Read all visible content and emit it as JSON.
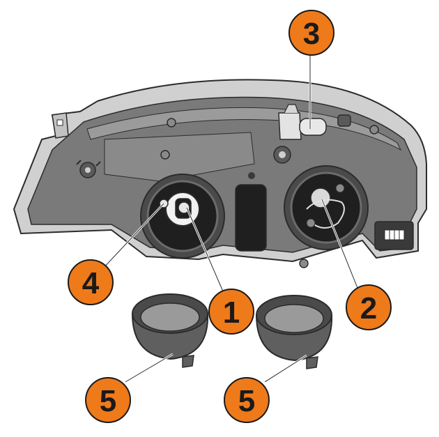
{
  "colors": {
    "callout": "#ef7a1a",
    "housing_dark": "#6f6f6f",
    "housing_mid": "#8f8f8f",
    "housing_light": "#bdbdbd",
    "outline": "#2b2b2b"
  },
  "callouts": [
    {
      "id": "c1",
      "label": "1",
      "part": "headlamp-bulb-socket"
    },
    {
      "id": "c2",
      "label": "2",
      "part": "sidelight-highbeam-socket"
    },
    {
      "id": "c3",
      "label": "3",
      "part": "indicator-bulb-holder"
    },
    {
      "id": "c4",
      "label": "4",
      "part": "bulb-retaining-clip"
    },
    {
      "id": "c5a",
      "label": "5",
      "part": "dust-cap-left"
    },
    {
      "id": "c5b",
      "label": "5",
      "part": "dust-cap-right"
    }
  ]
}
